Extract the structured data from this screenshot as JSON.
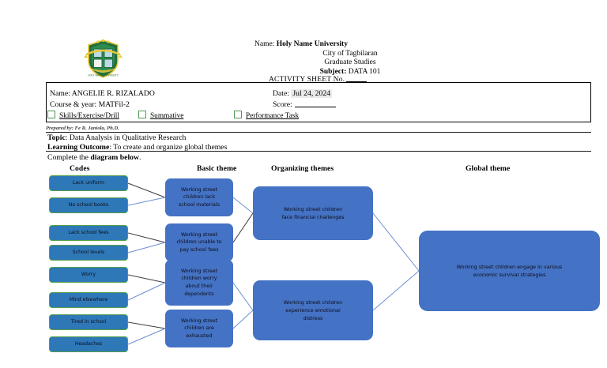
{
  "document": {
    "header": {
      "logo_alt": "Holy Name University seal",
      "name_label": "Name:",
      "university": "Holy Name University",
      "city": "City of Tagbilaran",
      "department": "Graduate Studies",
      "subject_label": "Subject:",
      "subject_value": "DATA 101",
      "activity_sheet_label": "ACTIVITY SHEET No."
    },
    "info": {
      "student_name_label": "Name:",
      "student_name_value": "ANGELIE R. RIZALADO",
      "course_label": "Course & year:",
      "course_value": "MATFil-2",
      "date_label": "Date:",
      "date_value": "Jul 24, 2024",
      "score_label": "Score:",
      "score_value": "",
      "checkboxes": [
        {
          "label": "Skills/Exercise/Drill",
          "checked": false
        },
        {
          "label": "Summative",
          "checked": false
        },
        {
          "label": "Performance Task",
          "checked": false
        }
      ]
    },
    "prepared_by": "Prepared by: Fe R. Janiola, Ph.D.",
    "topic_label": "Topic",
    "topic_value": ": Data Analysis in Qualitative Research",
    "outcome_label": "Learning Outcome",
    "outcome_value": ": To create and organize global themes",
    "instruction_prefix": "Complete the ",
    "instruction_bold": "diagram below",
    "instruction_suffix": "."
  },
  "diagram": {
    "columns": [
      {
        "id": "codes",
        "heading": "Codes"
      },
      {
        "id": "basic",
        "heading": "Basic theme"
      },
      {
        "id": "org",
        "heading": "Organizing themes"
      },
      {
        "id": "global",
        "heading": "Global theme"
      }
    ],
    "codes": [
      {
        "label": "Lack uniform"
      },
      {
        "label": "No school books"
      },
      {
        "label": "Lack  school fees"
      },
      {
        "label": "School levels"
      },
      {
        "label": "Worry"
      },
      {
        "label": "Mind elsewhere"
      },
      {
        "label": "Tired in school"
      },
      {
        "label": "Headaches"
      }
    ],
    "basic_themes": [
      {
        "lines": [
          "Working street",
          "children lack",
          "school materials"
        ]
      },
      {
        "lines": [
          "Working street",
          "children unable to",
          "pay school fees"
        ]
      },
      {
        "lines": [
          "Working street",
          "children worry",
          "about their",
          "dependents"
        ]
      },
      {
        "lines": [
          "Working street",
          "children are",
          "exhausted"
        ]
      }
    ],
    "organizing_themes": [
      {
        "lines": [
          "Working street children",
          "face financial challenges"
        ]
      },
      {
        "lines": [
          "Working street children",
          "experience emotional",
          "distress"
        ]
      }
    ],
    "global_theme": {
      "lines": [
        "Working street children engage in various",
        "economic survival strategies"
      ]
    },
    "colors": {
      "code_fill": "#2e78b8",
      "code_border": "#55a049",
      "theme_fill": "#4472c4",
      "link_dark": "#404040",
      "link_blue": "#6b8fd4"
    }
  }
}
